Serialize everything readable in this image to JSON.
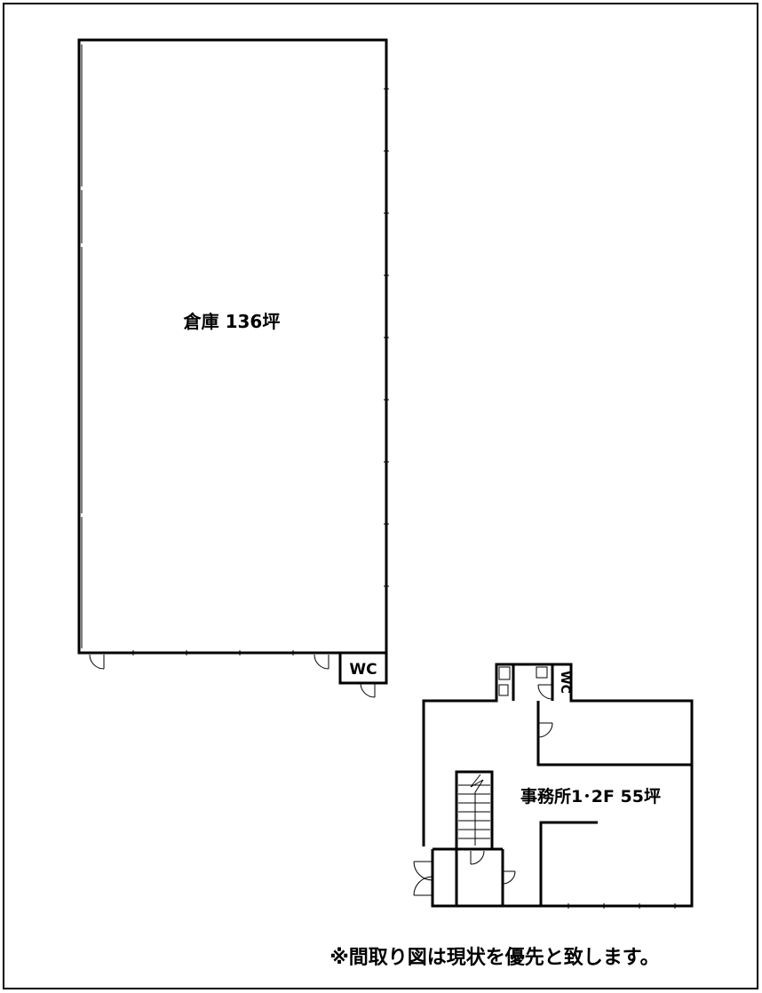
{
  "rooms": {
    "warehouse": "倉庫 136坪",
    "office": "事務所1･2F 55坪",
    "wc_warehouse": "WC",
    "wc_office": "WC"
  },
  "note": "※間取り図は現状を優先と致します。"
}
